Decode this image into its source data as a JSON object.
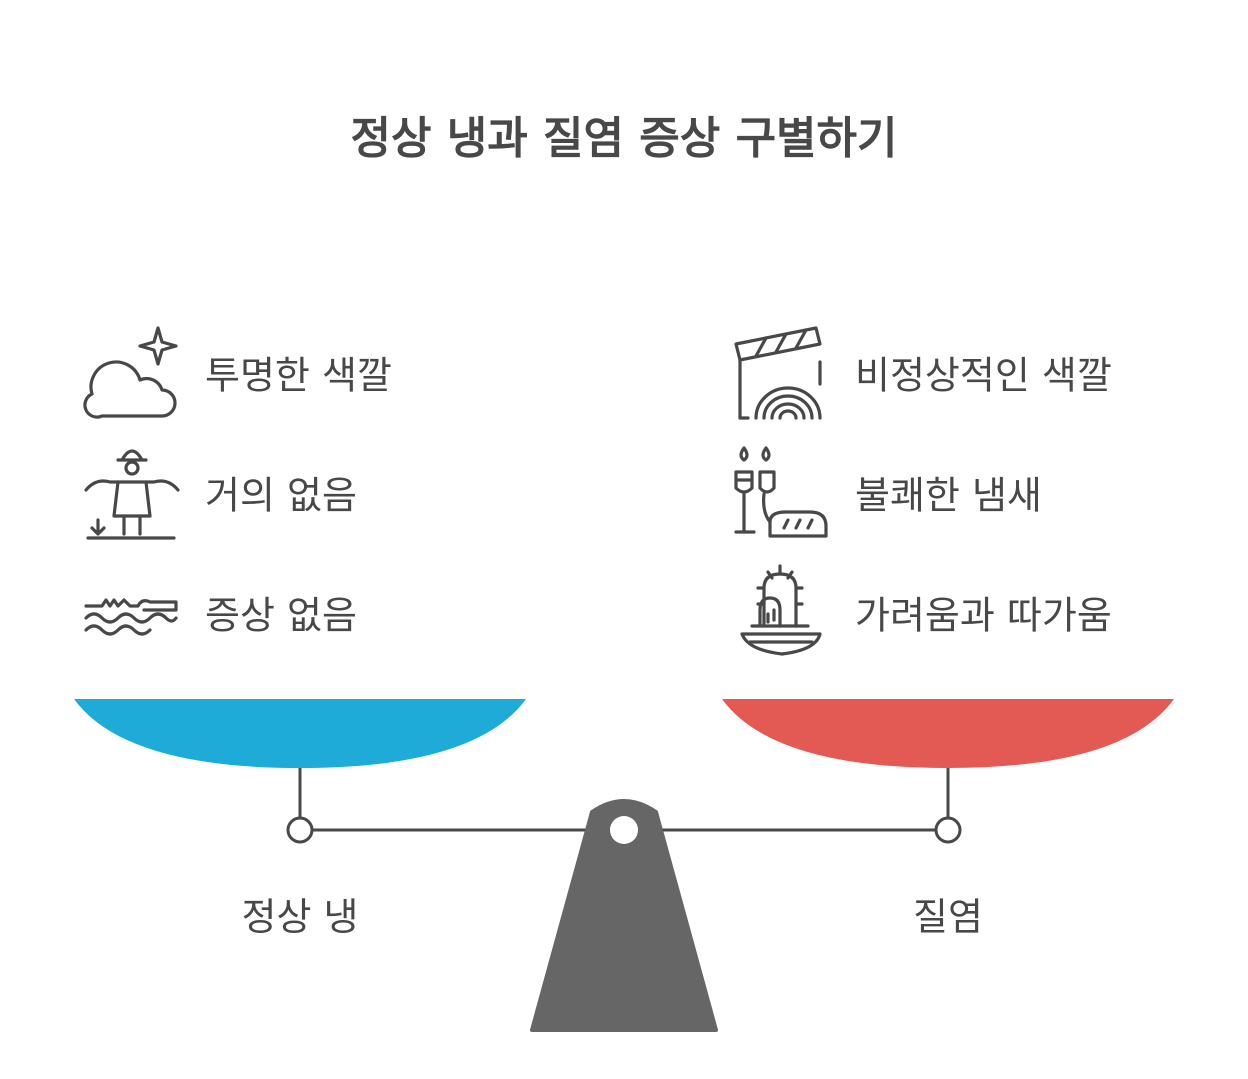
{
  "title": "정상 냉과 질염 증상 구별하기",
  "left": {
    "label": "정상 냉",
    "color": "#1eabd8",
    "items": [
      {
        "icon": "cloud-sparkle-icon",
        "text": "투명한 색깔"
      },
      {
        "icon": "scarecrow-icon",
        "text": "거의 없음"
      },
      {
        "icon": "crocodile-in-water-icon",
        "text": "증상 없음"
      }
    ]
  },
  "right": {
    "label": "질염",
    "color": "#e35a55",
    "items": [
      {
        "icon": "clapperboard-rainbow-icon",
        "text": "비정상적인 색깔"
      },
      {
        "icon": "wine-bread-icon",
        "text": "불쾌한 냄새"
      },
      {
        "icon": "cactus-pot-icon",
        "text": "가려움과 따가움"
      }
    ]
  },
  "fulcrum_color": "#666666"
}
